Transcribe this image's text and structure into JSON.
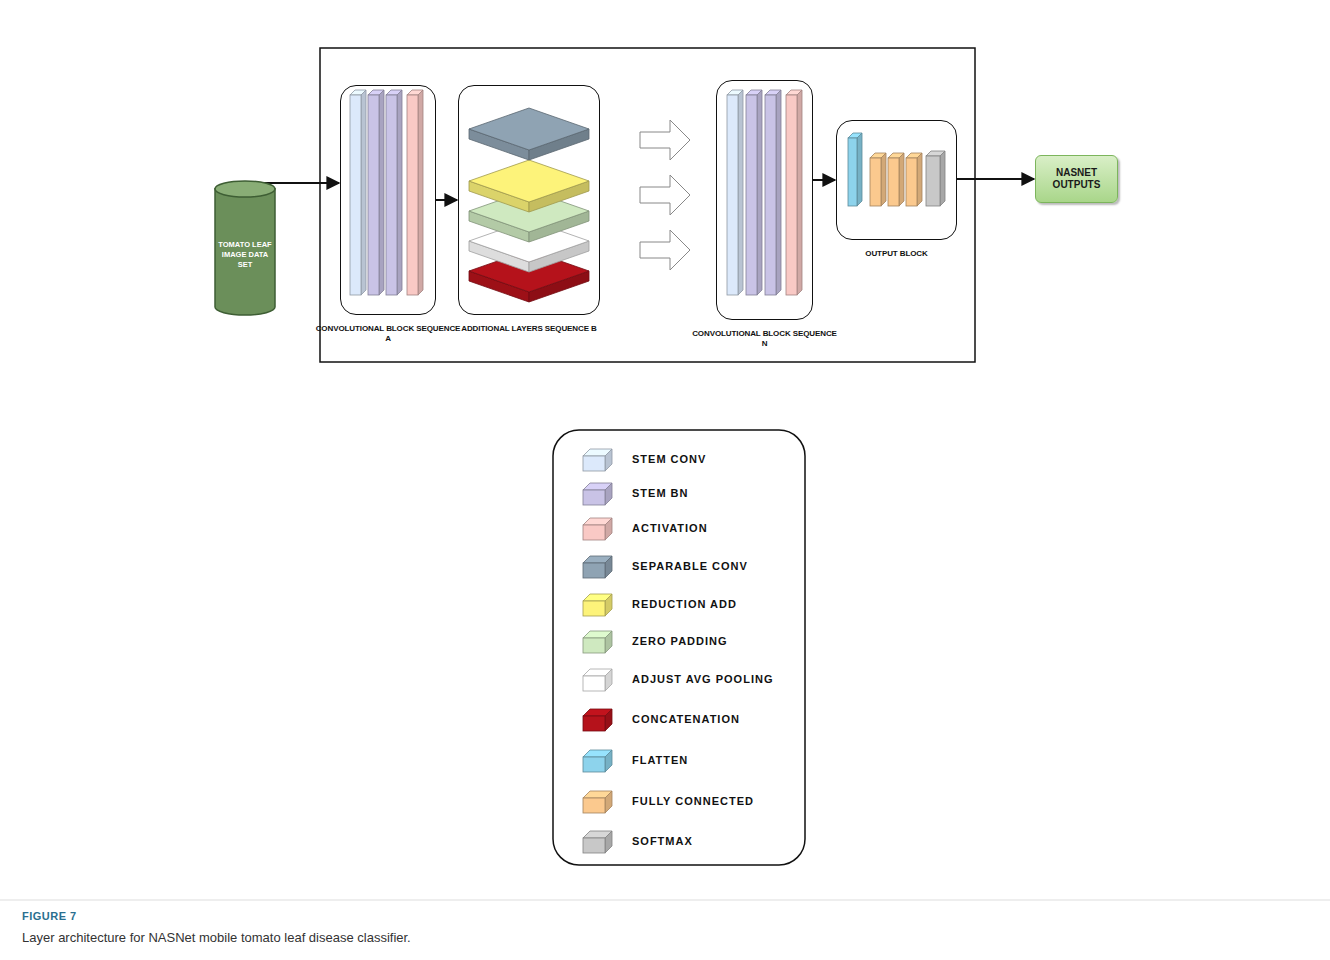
{
  "diagram": {
    "caption": "Layer architecture for NASNet mobile tomato leaf disease classifier.",
    "nodes": [
      {
        "text": [
          "TOMATO LEAF IMAGE DATA SET"
        ]
      },
      {
        "text": [
          "CONVOLUTIONAL BLOCK SEQUENCE A"
        ]
      },
      {
        "text": [
          "ADDITIONAL LAYERS SEQUENCE B"
        ]
      },
      {
        "text": [
          "CONVOLUTIONAL BLOCK SEQUENCE N"
        ]
      },
      {
        "text": [
          "OUTPUT BLOCK"
        ]
      },
      {
        "text": [
          "NASNET OUTPUTS"
        ]
      }
    ],
    "edges": [
      {
        "from": 0,
        "to": 1,
        "arrow": "to"
      },
      {
        "from": 1,
        "to": 2,
        "arrow": "to"
      },
      {
        "from": 3,
        "to": 4,
        "arrow": "to"
      },
      {
        "from": 4,
        "to": 5,
        "arrow": "to"
      }
    ],
    "labels": [
      "FIGURE 7"
    ],
    "legend": [
      {
        "text": "STEM CONV",
        "color": "#dce9fb"
      },
      {
        "text": "STEM BN",
        "color": "#c9c3e6"
      },
      {
        "text": "ACTIVATION",
        "color": "#f9c9c5"
      },
      {
        "text": "SEPARABLE CONV",
        "color": "#8fa3b3"
      },
      {
        "text": "REDUCTION ADD",
        "color": "#fdf37a"
      },
      {
        "text": "ZERO PADDING",
        "color": "#cfe9c0"
      },
      {
        "text": "ADJUST AVG POOLING",
        "color": "#ffffff"
      },
      {
        "text": "CONCATENATION",
        "color": "#b5121b"
      },
      {
        "text": "FLATTEN",
        "color": "#8dd3ec"
      },
      {
        "text": "FULLY CONNECTED",
        "color": "#fbc98e"
      },
      {
        "text": "SOFTMAX",
        "color": "#c8c8c8"
      }
    ]
  }
}
